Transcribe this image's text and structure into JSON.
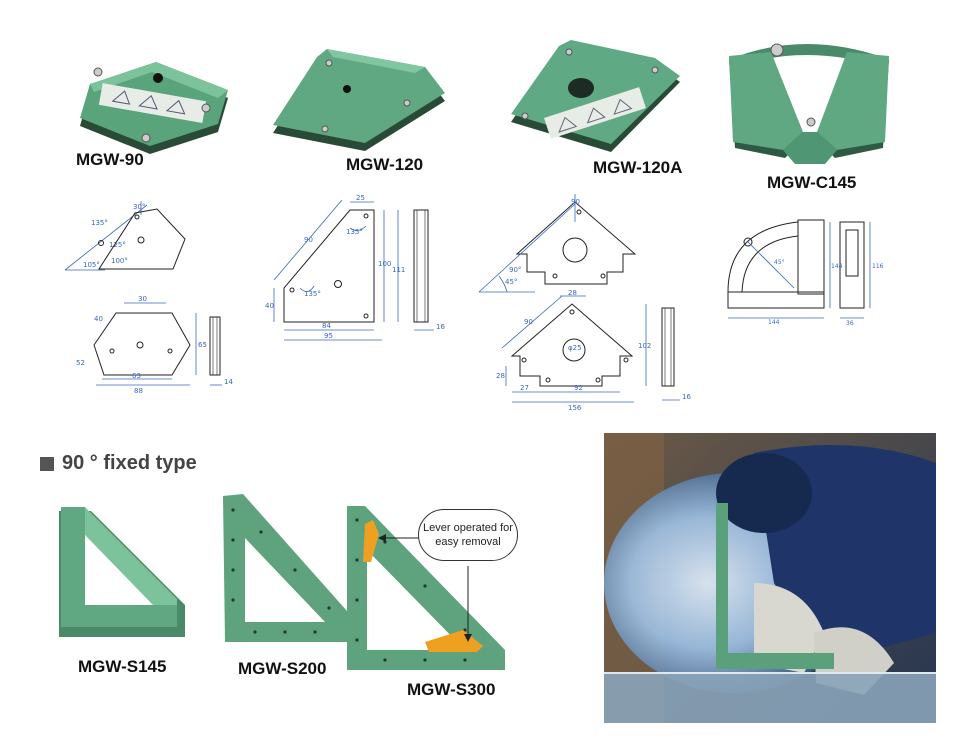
{
  "products": {
    "mgw90": "MGW-90",
    "mgw120": "MGW-120",
    "mgw120a": "MGW-120A",
    "mgwc145": "MGW-C145",
    "mgws145": "MGW-S145",
    "mgws200": "MGW-S200",
    "mgws300": "MGW-S300"
  },
  "section": {
    "title": "90 ° fixed type"
  },
  "callout": {
    "line1": "Lever operated for",
    "line2": "easy removal"
  },
  "dims": {
    "mgw90_top": [
      "135°",
      "125°",
      "100°",
      "105°",
      "30°"
    ],
    "mgw90_bottom": [
      "30",
      "40",
      "65",
      "52",
      "63",
      "88",
      "14"
    ],
    "mgw120": [
      "25",
      "135°",
      "90",
      "100",
      "111",
      "135°",
      "40",
      "84",
      "95",
      "16"
    ],
    "mgw120a_top": [
      "90",
      "90°",
      "45°"
    ],
    "mgw120a_bottom": [
      "28",
      "90",
      "φ25",
      "102",
      "28",
      "27",
      "92",
      "156",
      "16"
    ],
    "mgwc145": [
      "144",
      "116",
      "144",
      "36",
      "45°"
    ]
  },
  "colors": {
    "magnet_green": "#4f9a73",
    "magnet_light": "#7cc29b",
    "lever_orange": "#f0a020",
    "frame_green": "#5fa27e"
  }
}
